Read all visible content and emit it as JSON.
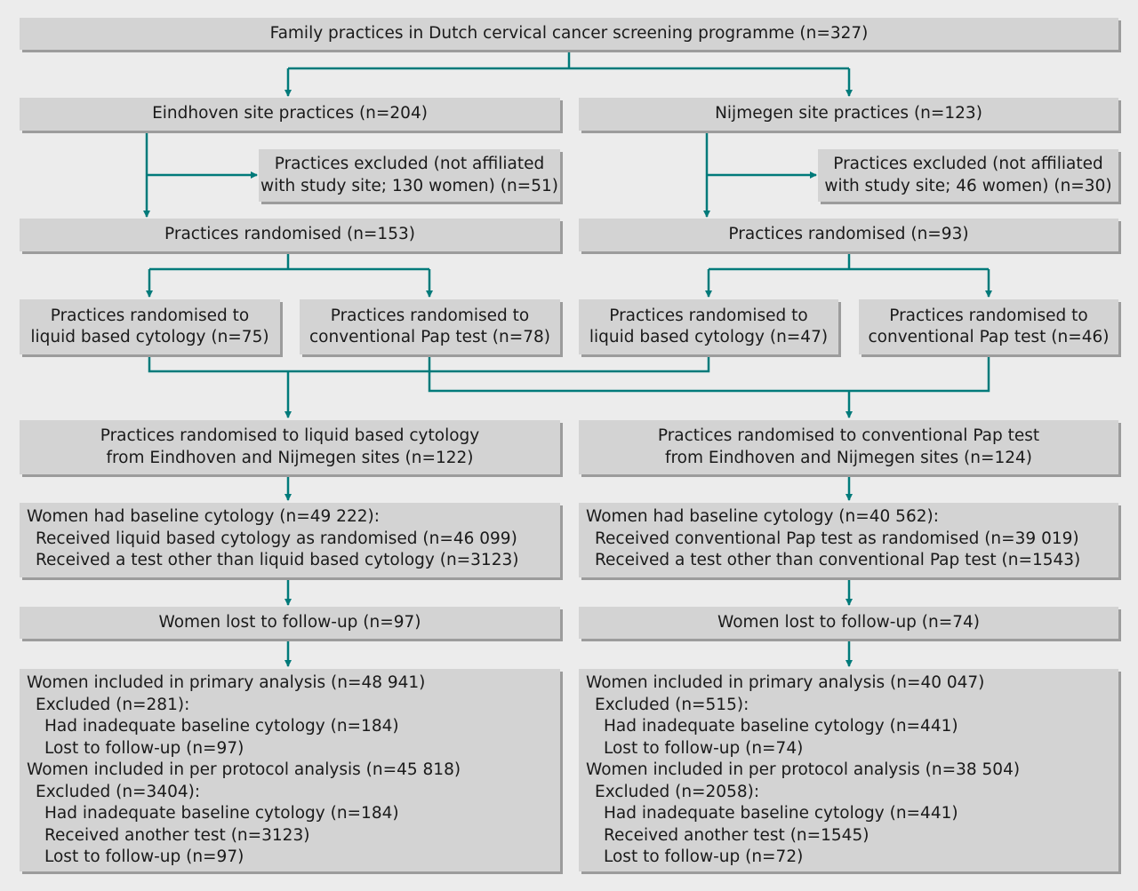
{
  "colors": {
    "background": "#ececec",
    "box": "#d3d3d3",
    "box_shadow": "#9c9c9c",
    "arrow": "#007a7a"
  },
  "top": {
    "text": "Family practices in Dutch cervical cancer screening programme (n=327)"
  },
  "eindhoven": {
    "site": "Eindhoven site practices (n=204)",
    "excluded": [
      "Practices excluded (not affiliated",
      "with study site; 130 women) (n=51)"
    ],
    "randomised": "Practices randomised (n=153)",
    "lbc": [
      "Practices randomised to",
      "liquid based cytology (n=75)"
    ],
    "pap": [
      "Practices randomised to",
      "conventional Pap test (n=78)"
    ]
  },
  "nijmegen": {
    "site": "Nijmegen site practices (n=123)",
    "excluded": [
      "Practices excluded (not affiliated",
      "with study site; 46 women) (n=30)"
    ],
    "randomised": "Practices randomised (n=93)",
    "lbc": [
      "Practices randomised to",
      "liquid based cytology (n=47)"
    ],
    "pap": [
      "Practices randomised to",
      "conventional Pap test (n=46)"
    ]
  },
  "lbc_arm": {
    "pooled": [
      "Practices randomised to liquid based cytology",
      "from Eindhoven and Nijmegen sites (n=122)"
    ],
    "baseline": [
      "Women had baseline cytology (n=49 222):",
      "Received liquid based cytology as randomised (n=46 099)",
      "Received a test other than liquid based cytology (n=3123)"
    ],
    "lost": "Women lost to follow-up (n=97)",
    "analysis": [
      "Women included in primary analysis (n=48 941)",
      "Excluded (n=281):",
      "Had inadequate baseline cytology (n=184)",
      "Lost to follow-up (n=97)",
      "Women included in per protocol analysis (n=45 818)",
      "Excluded (n=3404):",
      "Had inadequate baseline cytology (n=184)",
      "Received another test (n=3123)",
      "Lost to follow-up (n=97)"
    ]
  },
  "pap_arm": {
    "pooled": [
      "Practices randomised to conventional Pap test",
      "from Eindhoven and Nijmegen sites (n=124)"
    ],
    "baseline": [
      "Women had baseline cytology (n=40 562):",
      "Received conventional Pap test as randomised (n=39 019)",
      "Received a test other than conventional Pap test (n=1543)"
    ],
    "lost": "Women lost to follow-up (n=74)",
    "analysis": [
      "Women included in primary analysis (n=40 047)",
      "Excluded (n=515):",
      "Had inadequate baseline cytology (n=441)",
      "Lost to follow-up (n=74)",
      "Women included in per protocol analysis (n=38 504)",
      "Excluded (n=2058):",
      "Had inadequate baseline cytology (n=441)",
      "Received another test (n=1545)",
      "Lost to follow-up (n=72)"
    ]
  }
}
